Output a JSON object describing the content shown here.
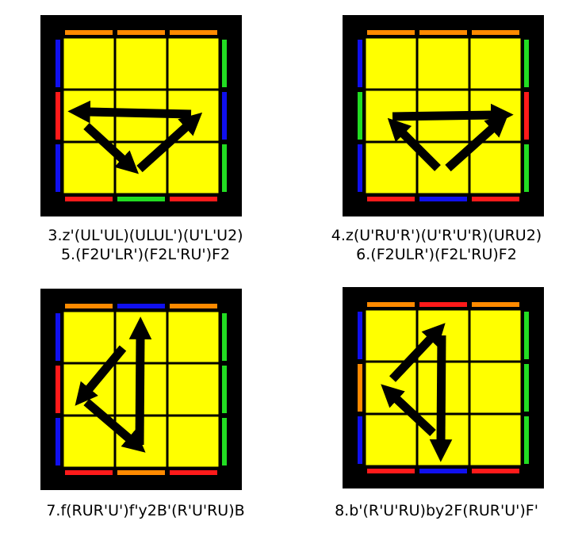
{
  "colors": {
    "frame": "#000000",
    "sticker": "#ffff00",
    "orange": "#ff8a00",
    "red": "#ff1a1a",
    "green": "#22dd22",
    "blue": "#1010ee",
    "arrow": "#000000"
  },
  "puzzles": [
    {
      "edges": {
        "top": [
          "orange",
          "orange",
          "orange"
        ],
        "bottom": [
          "red",
          "green",
          "red"
        ],
        "left": [
          "blue",
          "red",
          "blue"
        ],
        "right": [
          "green",
          "blue",
          "green"
        ]
      },
      "arrow_icons": [
        "arrow-left-icon",
        "arrow-down-right-icon",
        "arrow-up-right-icon"
      ],
      "caption_lines": [
        "3.z'(UL'UL)(ULUL')(U'L'U2)",
        "5.(F2U'LR')(F2L'RU')F2"
      ]
    },
    {
      "edges": {
        "top": [
          "orange",
          "orange",
          "orange"
        ],
        "bottom": [
          "red",
          "blue",
          "red"
        ],
        "left": [
          "blue",
          "green",
          "blue"
        ],
        "right": [
          "green",
          "red",
          "green"
        ]
      },
      "arrow_icons": [
        "arrow-right-icon",
        "arrow-down-left-icon",
        "arrow-up-left-icon"
      ],
      "caption_lines": [
        "4.z(U'RU'R')(U'R'U'R)(URU2)",
        "6.(F2ULR')(F2L'RU)F2"
      ]
    },
    {
      "edges": {
        "top": [
          "orange",
          "blue",
          "orange"
        ],
        "bottom": [
          "red",
          "orange",
          "red"
        ],
        "left": [
          "blue",
          "red",
          "blue"
        ],
        "right": [
          "green",
          "green",
          "green"
        ]
      },
      "arrow_icons": [
        "arrow-up-icon",
        "arrow-down-left-icon",
        "arrow-down-right-icon"
      ],
      "caption_lines": [
        "7.f(RUR'U')f'y2B'(R'U'RU)B"
      ]
    },
    {
      "edges": {
        "top": [
          "orange",
          "red",
          "orange"
        ],
        "bottom": [
          "red",
          "blue",
          "red"
        ],
        "left": [
          "blue",
          "orange",
          "blue"
        ],
        "right": [
          "green",
          "green",
          "green"
        ]
      },
      "arrow_icons": [
        "arrow-down-icon",
        "arrow-up-left-icon",
        "arrow-up-right-icon"
      ],
      "caption_lines": [
        "8.b'(R'U'RU)by2F(RUR'U')F'"
      ]
    }
  ]
}
